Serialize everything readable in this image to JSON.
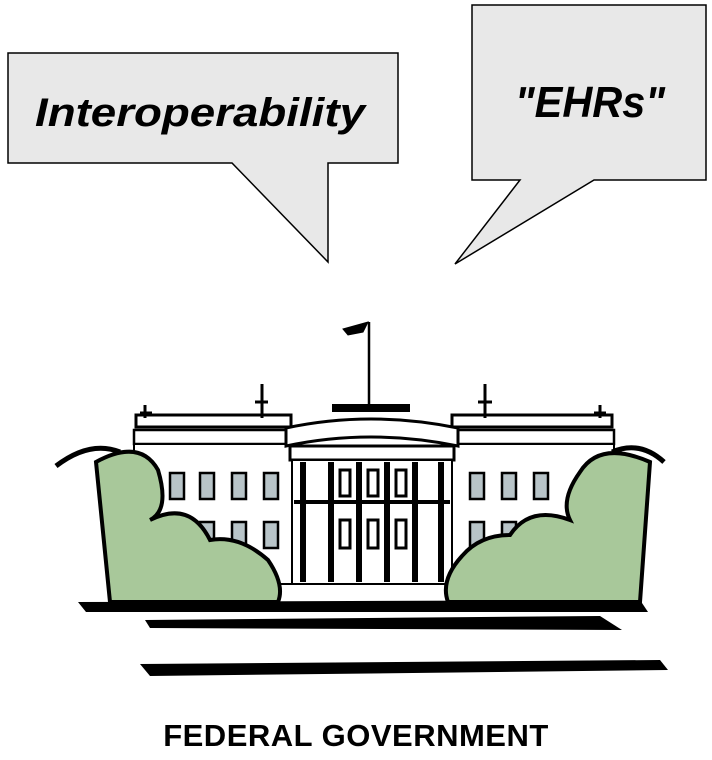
{
  "bubbles": [
    {
      "text": "Interoperability"
    },
    {
      "text": "\"EHRs\""
    }
  ],
  "caption": "FEDERAL GOVERNMENT",
  "colors": {
    "bubble_fill": "#e8e8e8",
    "bush_green": "#a8c89a",
    "window_gray": "#b8c4c8",
    "ink": "#000000"
  },
  "icons": [
    "speech-bubble",
    "white-house-building",
    "flag",
    "bush"
  ]
}
